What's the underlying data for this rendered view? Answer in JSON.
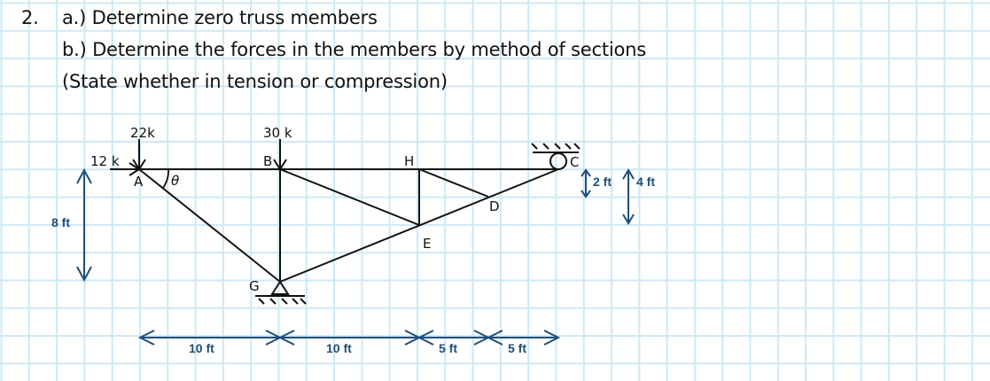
{
  "problem": {
    "number": "2.",
    "lines": [
      "a.) Determine zero truss members",
      "b.) Determine the forces in the members by method of sections",
      "(State whether in tension or compression)"
    ]
  },
  "diagram": {
    "nodes": {
      "A": "A",
      "B": "B",
      "C": "C",
      "D": "D",
      "E": "E",
      "G": "G",
      "H": "H"
    },
    "angle_label": "θ",
    "loads": {
      "horizontal_at_A": "12 k",
      "vertical_at_A": "22k",
      "vertical_at_B": "30 k"
    },
    "dimensions": {
      "height_total": "8 ft",
      "height_C_offset": "2 ft",
      "height_D_offset": "4 ft",
      "span_AB": "10 ft",
      "span_BH": "10 ft",
      "span_HD": "5 ft",
      "span_DC": "5 ft"
    },
    "supports": {
      "G": "pin-support-icon",
      "C": "roller-support-icon"
    },
    "colors": {
      "member": "#111111",
      "dimension": "#1f4e79",
      "grid": "#cde8f7"
    }
  }
}
